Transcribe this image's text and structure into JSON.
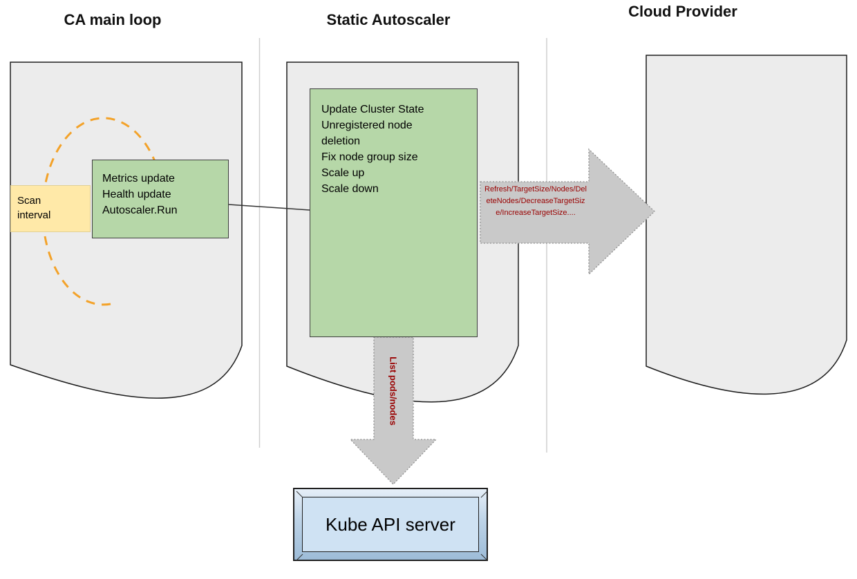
{
  "titles": {
    "left": "CA main loop",
    "middle": "Static Autoscaler",
    "right": "Cloud Provider"
  },
  "ca_main_loop": {
    "scan_interval": "Scan interval",
    "run_box_lines": [
      "Metrics update",
      "Health update",
      "Autoscaler.Run"
    ]
  },
  "static_autoscaler": {
    "steps": [
      "Update Cluster State",
      "Unregistered node deletion",
      "Fix node group size",
      "Scale up",
      "Scale down"
    ]
  },
  "arrows": {
    "cloud_provider_calls": "Refresh/TargetSize/Nodes/DeleteNodes/DecreaseTargetSize/IncreaseTargetSize....",
    "kube_api_calls": "List pods/nodes"
  },
  "kube_api_server": {
    "label": "Kube API server"
  },
  "colors": {
    "process_green": "#b6d7a8",
    "scan_yellow": "#ffe9a8",
    "document_gray": "#ececec",
    "arrow_gray": "#c9c9c9",
    "arrow_text_red": "#990000",
    "loop_orange": "#f3a229",
    "kube_blue": "#cfe2f3"
  }
}
